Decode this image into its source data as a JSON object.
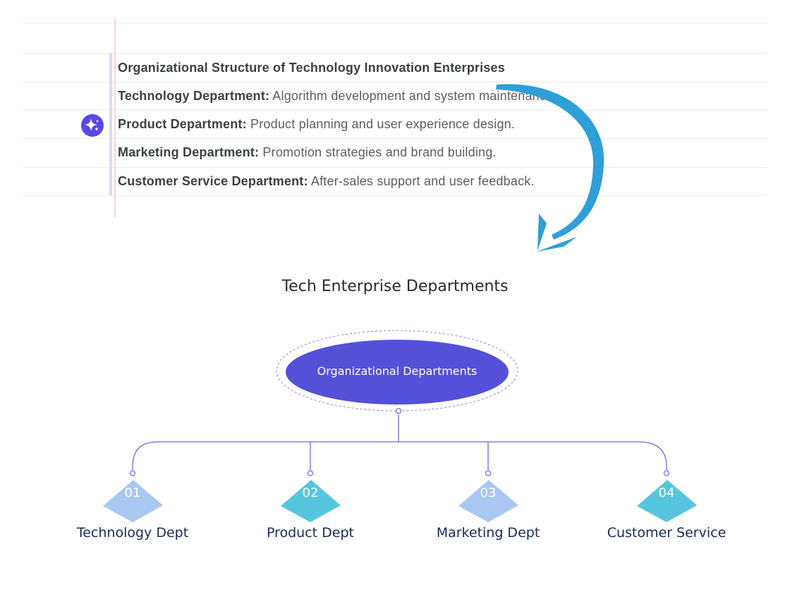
{
  "document": {
    "title": "Organizational Structure of Technology Innovation Enterprises",
    "lines": [
      {
        "label": "Technology Department:",
        "text": " Algorithm development and system maintenance."
      },
      {
        "label": "Product Department:",
        "text": " Product planning and user experience design."
      },
      {
        "label": "Marketing Department:",
        "text": " Promotion strategies and brand building."
      },
      {
        "label": "Customer Service Department:",
        "text": " After-sales support and user feedback."
      }
    ],
    "ai_icon": "sparkle-icon"
  },
  "arrow": {
    "icon": "curved-arrow-down-icon",
    "color": "#2f9fd8"
  },
  "diagram": {
    "title": "Tech Enterprise Departments",
    "root_label": "Organizational Departments",
    "nodes": [
      {
        "number": "01",
        "label": "Technology Dept",
        "color": "#aac7f2"
      },
      {
        "number": "02",
        "label": "Product Dept",
        "color": "#58c5de"
      },
      {
        "number": "03",
        "label": "Marketing Dept",
        "color": "#aac7f2"
      },
      {
        "number": "04",
        "label": "Customer Service",
        "color": "#58c5de"
      }
    ],
    "colors": {
      "root_fill": "#5450d8",
      "selection_dash": "#9a97ec",
      "connector": "#6e69de",
      "label_navy": "#1b2a55",
      "ai_icon_purple": "#5847e9"
    }
  }
}
